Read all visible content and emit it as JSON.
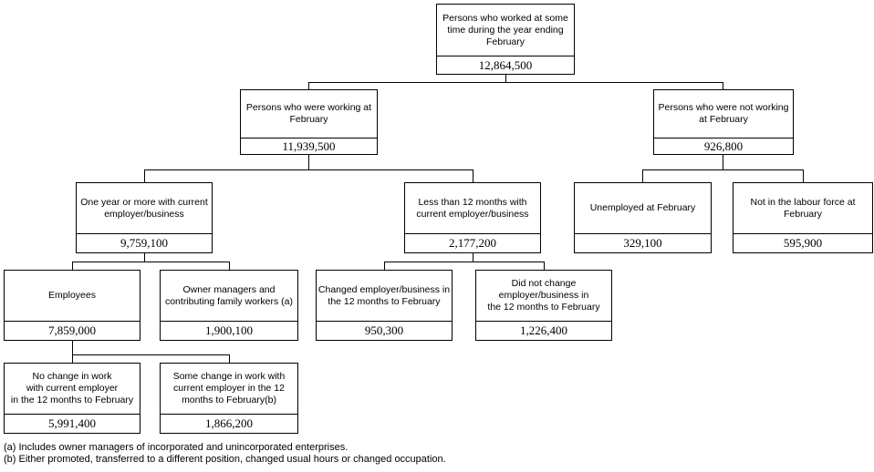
{
  "nodes": [
    {
      "label": "Persons who worked at some\ntime during the year ending\nFebruary",
      "value": "12,864,500"
    },
    {
      "label": "Persons who were working at\nFebruary",
      "value": "11,939,500"
    },
    {
      "label": "Persons who were not working\nat February",
      "value": "926,800"
    },
    {
      "label": "One year or more with current\nemployer/business",
      "value": "9,759,100"
    },
    {
      "label": "Less than 12 months with\ncurrent employer/business",
      "value": "2,177,200"
    },
    {
      "label": "Unemployed at February",
      "value": "329,100"
    },
    {
      "label": "Not in the labour force at\nFebruary",
      "value": "595,900"
    },
    {
      "label": "Employees",
      "value": "7,859,000"
    },
    {
      "label": "Owner managers and\ncontributing family workers (a)",
      "value": "1,900,100"
    },
    {
      "label": "Changed employer/business in\nthe 12 months to February",
      "value": "950,300"
    },
    {
      "label": "Did not change\nemployer/business in\nthe 12 months to February",
      "value": "1,226,400"
    },
    {
      "label": "No change in work\nwith current employer\nin the 12 months to February",
      "value": "5,991,400"
    },
    {
      "label": "Some change in work with\ncurrent employer in the 12\nmonths to February(b)",
      "value": "1,866,200"
    }
  ],
  "footnotes": [
    "(a) Includes owner managers of incorporated and unincorporated enterprises.",
    "(b) Either promoted, transferred to a different position, changed usual hours or changed occupation."
  ]
}
